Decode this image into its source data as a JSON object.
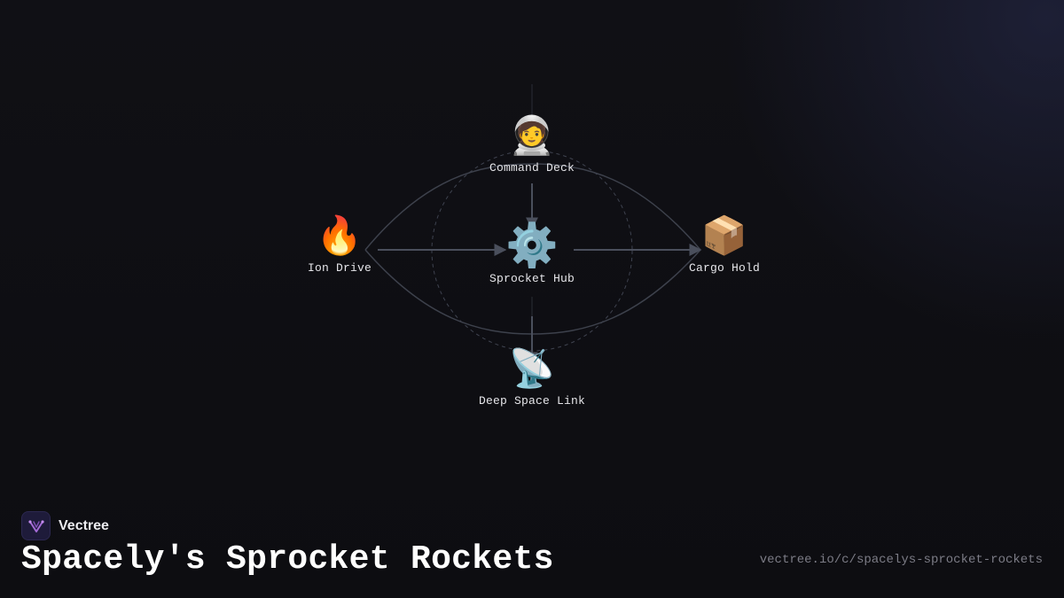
{
  "diagram": {
    "nodes": [
      {
        "id": "command-deck",
        "label": "Command Deck",
        "icon": "astronaut-icon",
        "glyph": "🧑‍🚀"
      },
      {
        "id": "ion-drive",
        "label": "Ion Drive",
        "icon": "fire-icon",
        "glyph": "🔥"
      },
      {
        "id": "sprocket-hub",
        "label": "Sprocket Hub",
        "icon": "gear-icon",
        "glyph": "⚙️"
      },
      {
        "id": "cargo-hold",
        "label": "Cargo Hold",
        "icon": "package-icon",
        "glyph": "📦"
      },
      {
        "id": "deep-space-link",
        "label": "Deep Space Link",
        "icon": "satellite-dish-icon",
        "glyph": "📡"
      }
    ],
    "edges": [
      {
        "from": "command-deck",
        "to": "sprocket-hub"
      },
      {
        "from": "ion-drive",
        "to": "sprocket-hub"
      },
      {
        "from": "sprocket-hub",
        "to": "cargo-hold"
      },
      {
        "from": "sprocket-hub",
        "to": "deep-space-link"
      },
      {
        "from": "ion-drive",
        "to": "cargo-hold",
        "via": "command-deck"
      },
      {
        "from": "ion-drive",
        "to": "cargo-hold",
        "via": "deep-space-link"
      }
    ]
  },
  "brand": {
    "name": "Vectree",
    "logo_icon": "vectree-logo-icon"
  },
  "page": {
    "title": "Spacely's Sprocket Rockets",
    "url": "vectree.io/c/spacelys-sprocket-rockets"
  },
  "colors": {
    "background": "#0f0f13",
    "edge": "#4a4f5c",
    "accent": "#a46bd6"
  }
}
